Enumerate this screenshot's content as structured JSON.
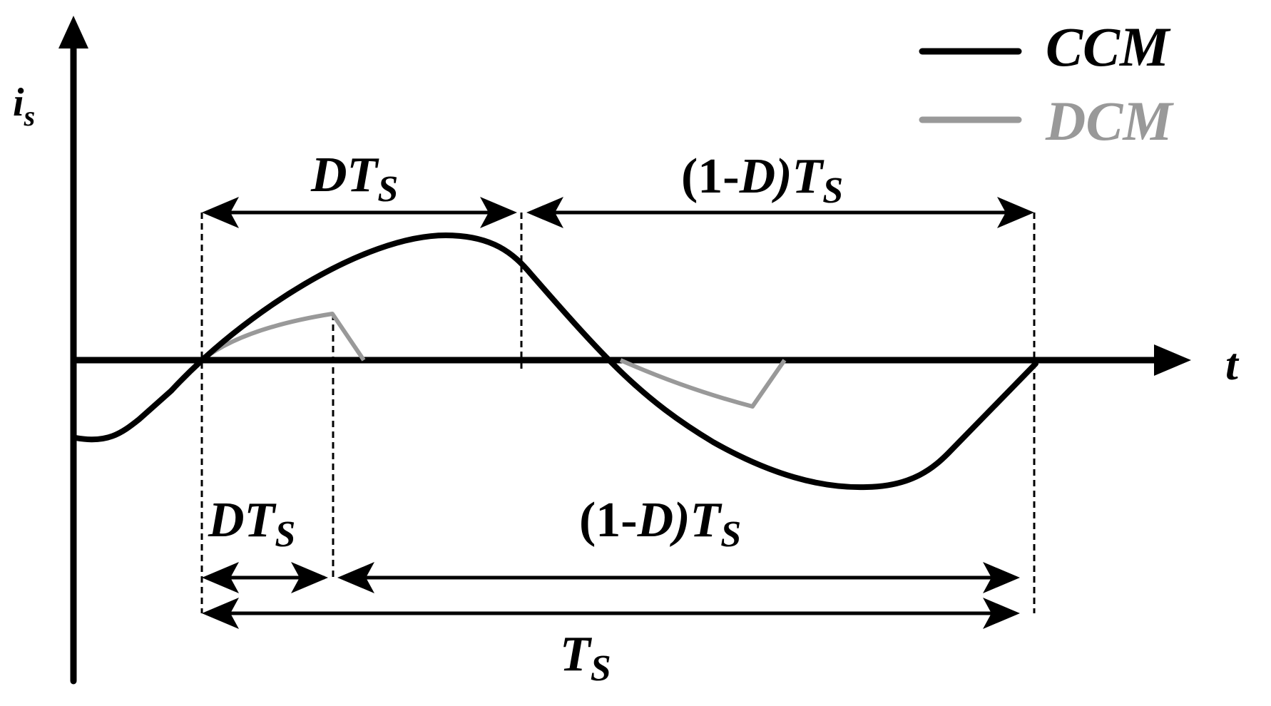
{
  "axes": {
    "y_label": "i",
    "y_label_sub": "s",
    "x_label": "t"
  },
  "legend": {
    "ccm": "CCM",
    "dcm": "DCM"
  },
  "spans": {
    "top_on": {
      "main": "DT",
      "sub": "S"
    },
    "top_off": {
      "pre": "(1-",
      "d": "D",
      "mid": ")T",
      "sub": "S"
    },
    "bottom_on": {
      "main": "DT",
      "sub": "S"
    },
    "bottom_off": {
      "pre": "(1-",
      "d": "D",
      "mid": ")T",
      "sub": "S"
    },
    "period": {
      "main": "T",
      "sub": "S"
    }
  },
  "colors": {
    "ccm": "#000000",
    "dcm": "#999999",
    "background": "#ffffff"
  }
}
